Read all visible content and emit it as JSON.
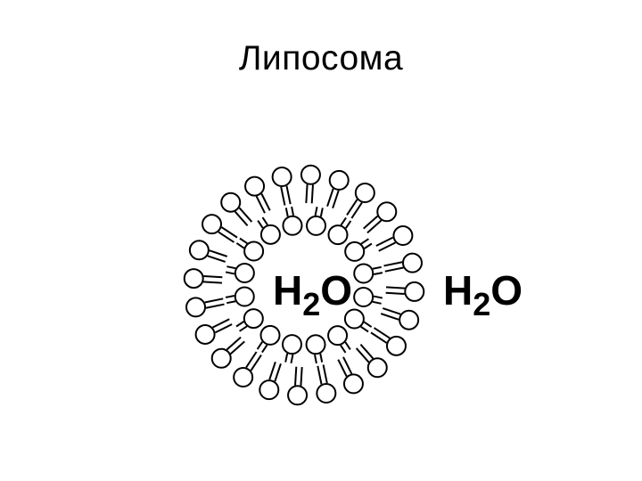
{
  "title": "Липосома",
  "water_inner": {
    "base": "H",
    "subscript": "2",
    "tail": "O"
  },
  "water_outer": {
    "base": "H",
    "subscript": "2",
    "tail": "O"
  },
  "colors": {
    "stroke": "#000000",
    "background": "#ffffff"
  }
}
